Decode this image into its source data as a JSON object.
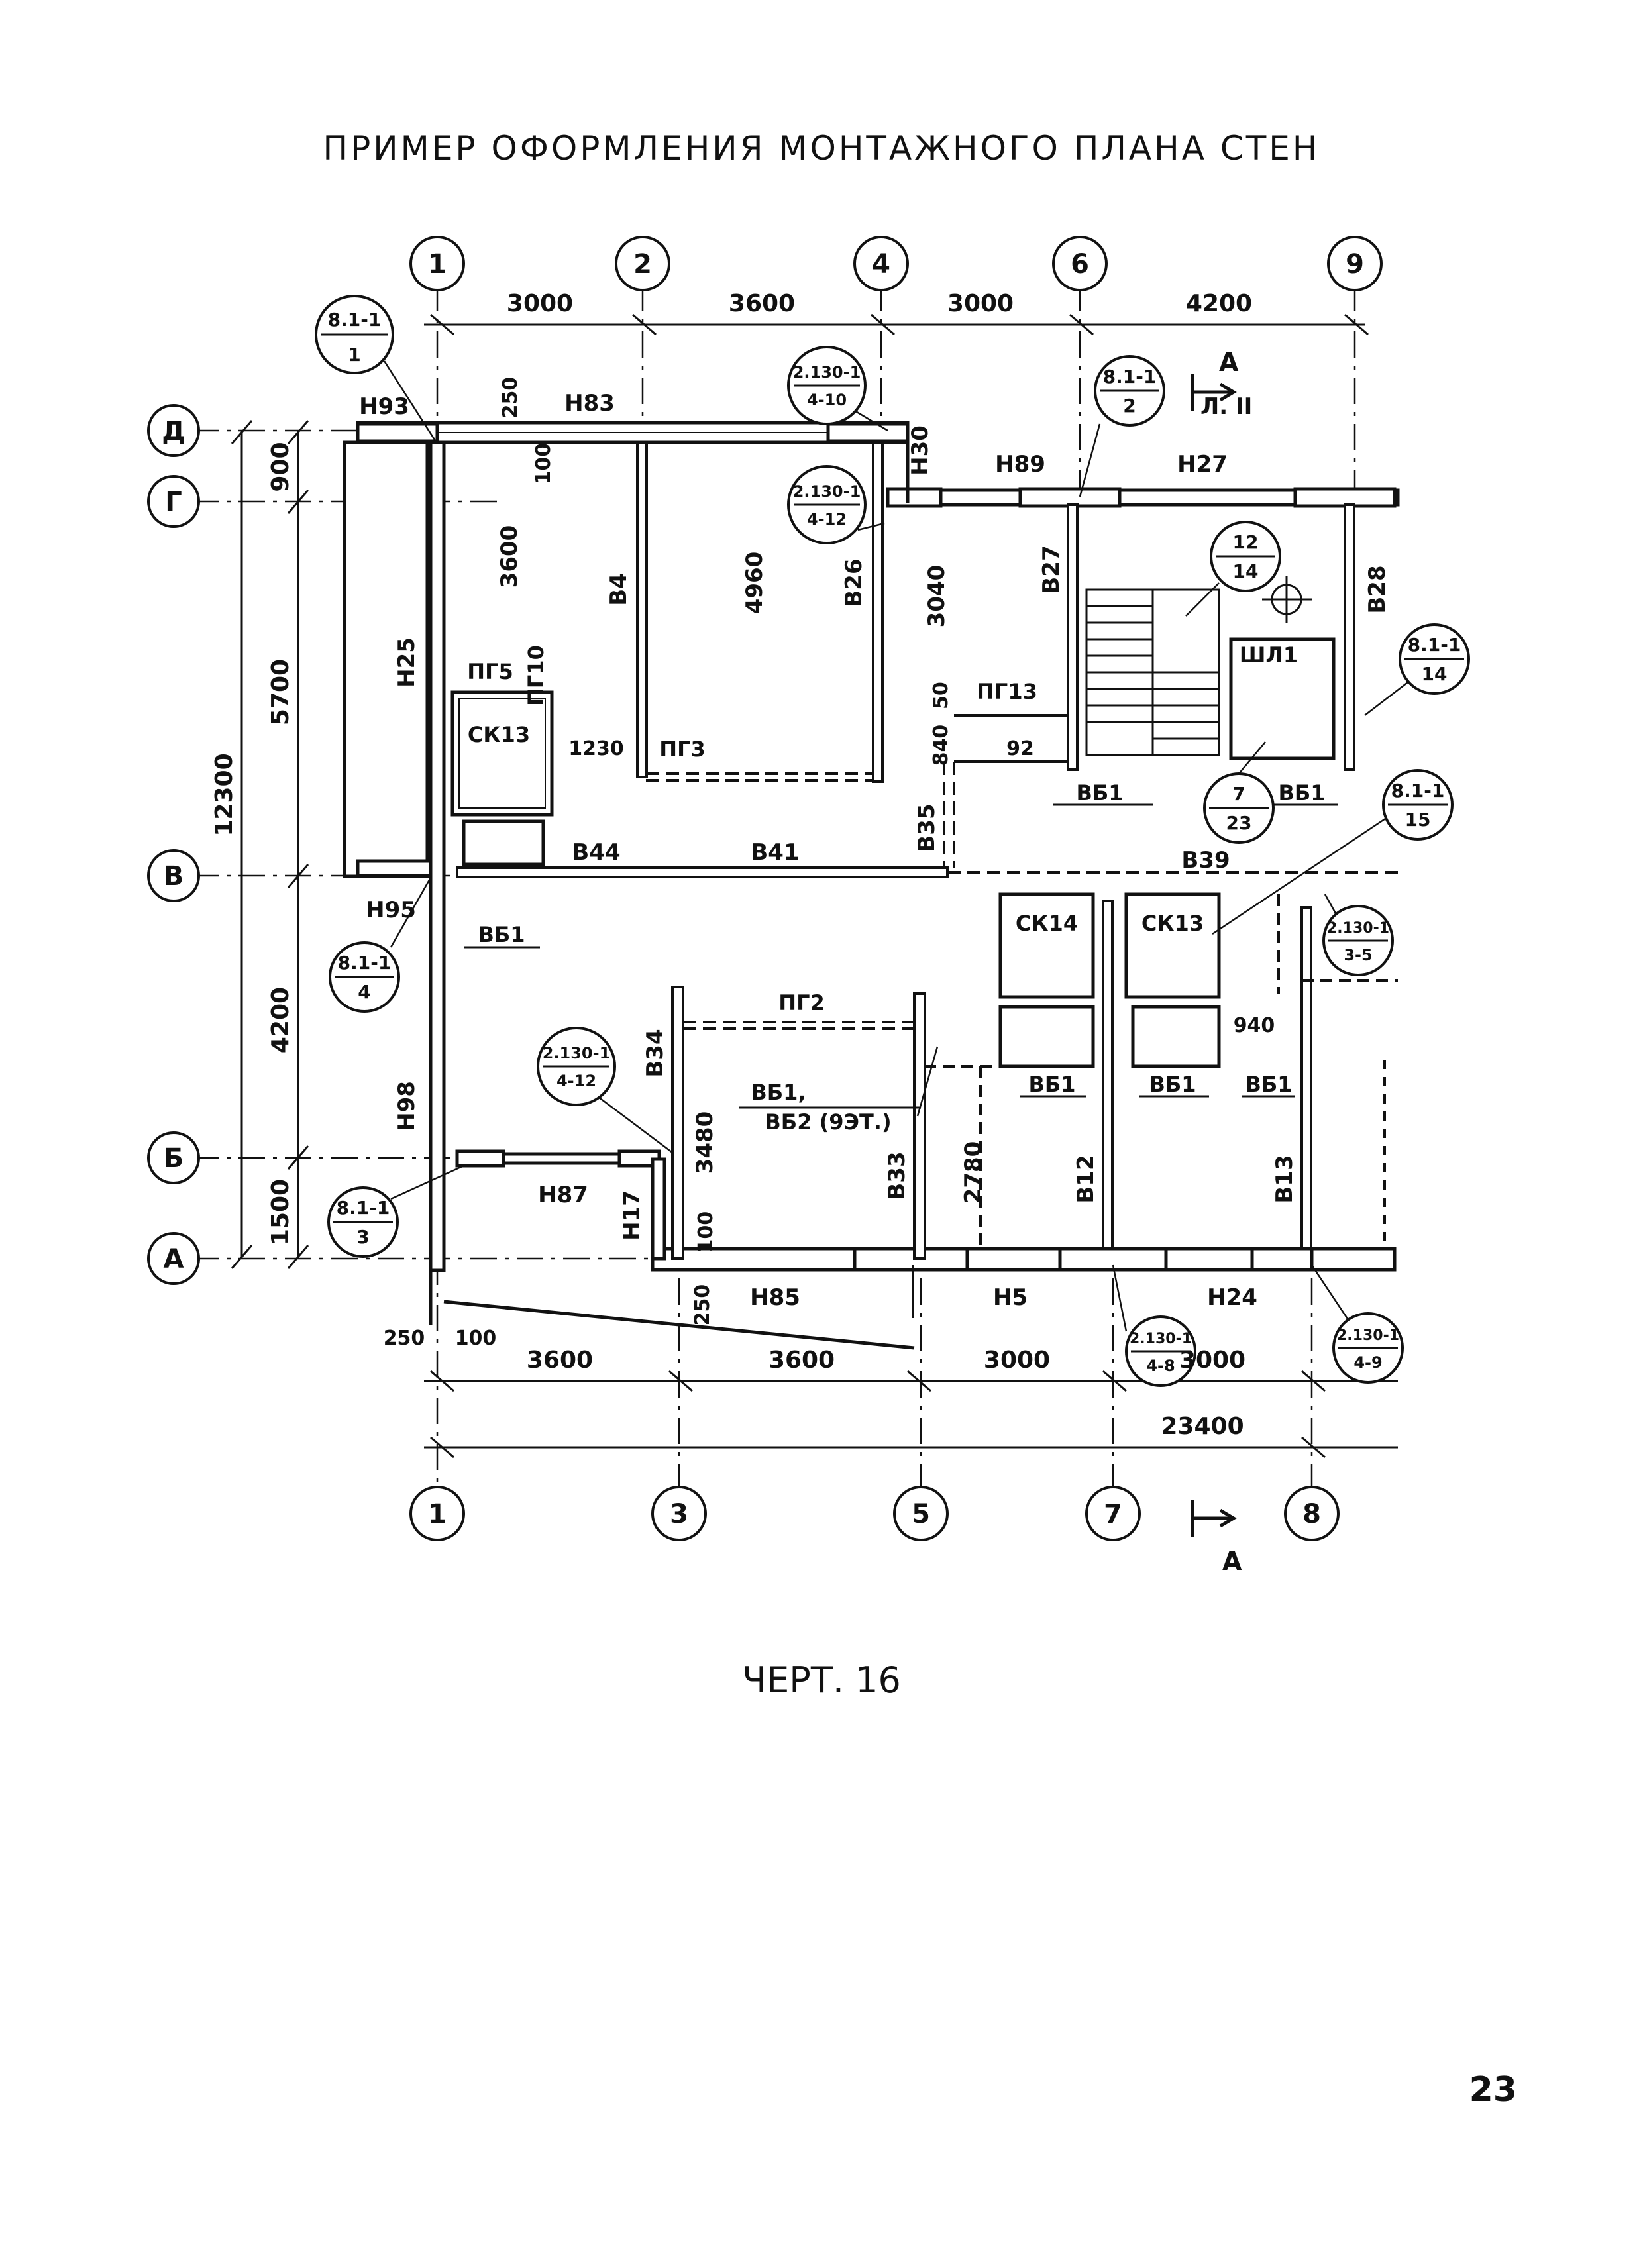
{
  "title": "ПРИМЕР ОФОРМЛЕНИЯ МОНТАЖНОГО ПЛАНА СТЕН",
  "caption": "ЧЕРТ. 16",
  "page_number": "23",
  "axes_top": [
    "1",
    "2",
    "4",
    "6",
    "9"
  ],
  "axes_bottom": [
    "1",
    "3",
    "5",
    "7",
    "8"
  ],
  "axes_left": [
    "Д",
    "Г",
    "В",
    "Б",
    "А"
  ],
  "dims_top": [
    "3000",
    "3600",
    "3000",
    "4200"
  ],
  "dims_bottom": [
    "3600",
    "3600",
    "3000",
    "3000"
  ],
  "dim_total": "23400",
  "dims_left_overall": "12300",
  "dims_left": [
    "900",
    "5700",
    "4200",
    "1500"
  ],
  "inner_dims": {
    "d250_top": "250",
    "d100_top": "100",
    "d3600": "3600",
    "d4960": "4960",
    "d3040": "3040",
    "d50": "50",
    "d840": "840",
    "d1230": "1230",
    "d92": "92",
    "d3480": "3480",
    "d2780": "2780",
    "d940": "940",
    "d100_bot": "100",
    "d250_bot": "250",
    "d250_left": "250",
    "d100_left": "100"
  },
  "wall_labels": {
    "n93": "Н93",
    "n83": "Н83",
    "n30": "Н30",
    "n89": "Н89",
    "n27": "Н27",
    "n25": "Н25",
    "n95": "Н95",
    "n98": "Н98",
    "n87": "Н87",
    "n17": "Н17",
    "n85": "Н85",
    "n5": "Н5",
    "n24": "Н24",
    "v4": "В4",
    "v26": "В26",
    "v27": "В27",
    "v28": "В28",
    "v35": "В35",
    "v44": "В44",
    "v41": "В41",
    "v39": "В39",
    "v34": "В34",
    "v33": "В33",
    "v12": "В12",
    "v13": "В13"
  },
  "element_labels": {
    "pg5": "ПГ5",
    "pg10": "ПГ10",
    "pg3": "ПГ3",
    "pg13": "ПГ13",
    "pg2": "ПГ2",
    "sk13a": "СК13",
    "sk14": "СК14",
    "sk13b": "СК13",
    "shl1": "ШЛ1",
    "vb1_a": "ВБ1",
    "vb1_b": "ВБ1",
    "vb1_c": "ВБ1",
    "vb1_d": "ВБ1",
    "vb1_e": "ВБ1",
    "vb1_f": "ВБ1",
    "vb1_g": "ВБ1,",
    "vb2": "ВБ2 (9ЭТ.)"
  },
  "callouts": [
    {
      "top": "8.1-1",
      "bottom": "1"
    },
    {
      "top": "2.130-1",
      "bottom": "4-10"
    },
    {
      "top": "2.130-1",
      "bottom": "4-12"
    },
    {
      "top": "8.1-1",
      "bottom": "2"
    },
    {
      "top": "12",
      "bottom": "14"
    },
    {
      "top": "8.1-1",
      "bottom": "14"
    },
    {
      "top": "7",
      "bottom": "23"
    },
    {
      "top": "8.1-1",
      "bottom": "15"
    },
    {
      "top": "8.1-1",
      "bottom": "4"
    },
    {
      "top": "2.130-1",
      "bottom": "3-5"
    },
    {
      "top": "2.130-1",
      "bottom": "4-12"
    },
    {
      "top": "8.1-1",
      "bottom": "3"
    },
    {
      "top": "2.130-1",
      "bottom": "4-8"
    },
    {
      "top": "2.130-1",
      "bottom": "4-9"
    }
  ],
  "section_marker": {
    "letter": "А",
    "sheet": "Л. II"
  },
  "section_marker_bottom": {
    "letter": "А"
  }
}
